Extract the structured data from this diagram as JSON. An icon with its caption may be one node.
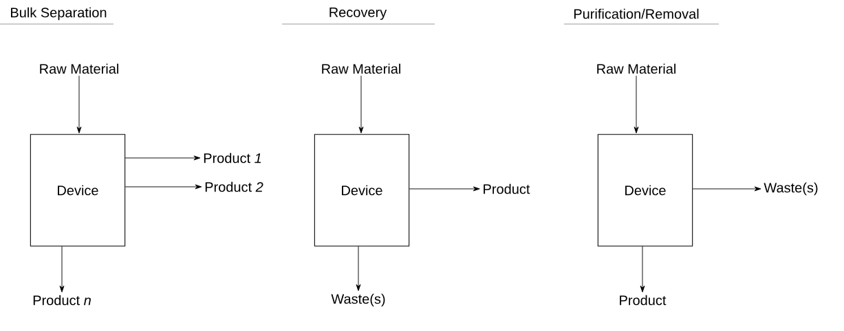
{
  "diagram": {
    "nodes": [
      {
        "text": [
          "Raw Material"
        ]
      },
      {
        "text": [
          "Device"
        ]
      },
      {
        "text": [
          "Product *1*"
        ]
      },
      {
        "text": [
          "Product *2*"
        ]
      },
      {
        "text": [
          "Product *n*"
        ]
      },
      {
        "text": [
          "Raw Material"
        ]
      },
      {
        "text": [
          "Device"
        ]
      },
      {
        "text": [
          "Product"
        ]
      },
      {
        "text": [
          "Waste(s)"
        ]
      },
      {
        "text": [
          "Raw Material"
        ]
      },
      {
        "text": [
          "Device"
        ]
      },
      {
        "text": [
          "Waste(s)"
        ]
      },
      {
        "text": [
          "Product"
        ]
      }
    ],
    "edges": [
      {
        "from": 0,
        "to": 1,
        "arrow": "to"
      },
      {
        "from": 1,
        "to": 2,
        "arrow": "to"
      },
      {
        "from": 1,
        "to": 3,
        "arrow": "to"
      },
      {
        "from": 1,
        "to": 4,
        "arrow": "to"
      },
      {
        "from": 5,
        "to": 6,
        "arrow": "to"
      },
      {
        "from": 6,
        "to": 7,
        "arrow": "to"
      },
      {
        "from": 6,
        "to": 8,
        "arrow": "to"
      },
      {
        "from": 9,
        "to": 10,
        "arrow": "to"
      },
      {
        "from": 10,
        "to": 11,
        "arrow": "to"
      },
      {
        "from": 10,
        "to": 12,
        "arrow": "to"
      }
    ],
    "labels": [
      "Bulk Separation",
      "Recovery",
      "Purification/Removal"
    ]
  }
}
